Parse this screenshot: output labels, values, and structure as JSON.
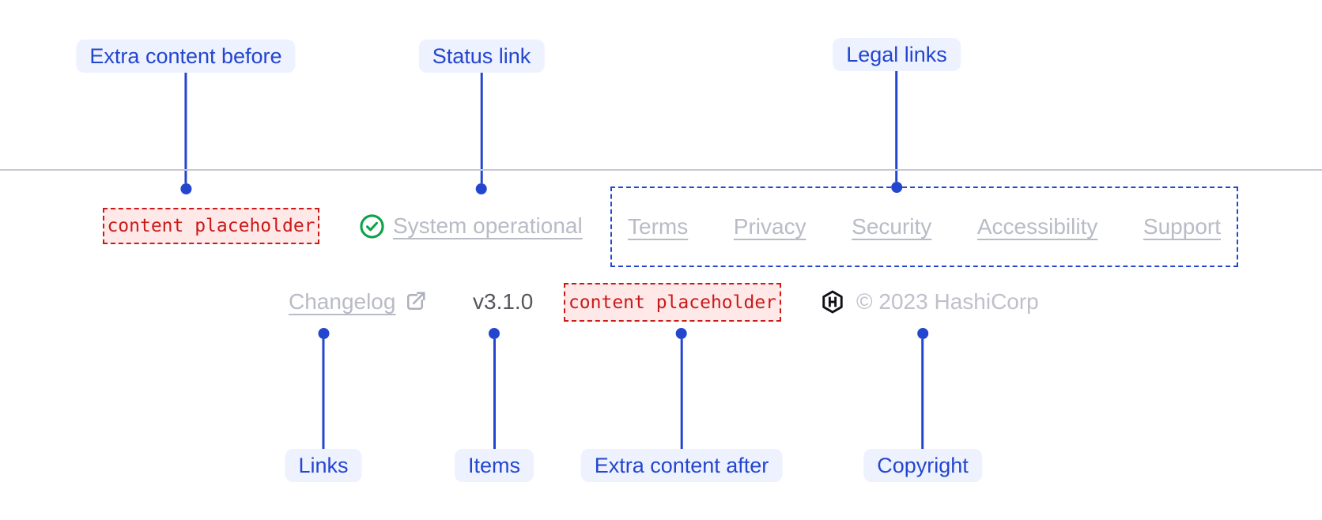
{
  "annotations": {
    "top": [
      {
        "label": "Extra content before"
      },
      {
        "label": "Status link"
      },
      {
        "label": "Legal links"
      }
    ],
    "bottom": [
      {
        "label": "Links"
      },
      {
        "label": "Items"
      },
      {
        "label": "Extra content after"
      },
      {
        "label": "Copyright"
      }
    ]
  },
  "footer": {
    "extra_content_before": "content placeholder",
    "status": {
      "label": "System operational",
      "icon": "check-circle-icon"
    },
    "legal_links": [
      "Terms",
      "Privacy",
      "Security",
      "Accessibility",
      "Support"
    ],
    "links": [
      {
        "label": "Changelog",
        "icon": "external-link-icon"
      }
    ],
    "items": [
      "v3.1.0"
    ],
    "extra_content_after": "content placeholder",
    "logo": "hashicorp-logo",
    "copyright": "© 2023 HashiCorp"
  },
  "colors": {
    "annotation_blue": "#2446CF",
    "annotation_pill_bg": "#EDF2FE",
    "placeholder_red": "#C91A1A",
    "placeholder_bg": "#FFE8E8",
    "success_green": "#0AA349",
    "link_gray": "#B9BBC6",
    "copyright_gray": "#BFC0CB",
    "version_gray": "#55565E",
    "divider_gray": "#CBC7D1",
    "logo_black": "#101117"
  }
}
